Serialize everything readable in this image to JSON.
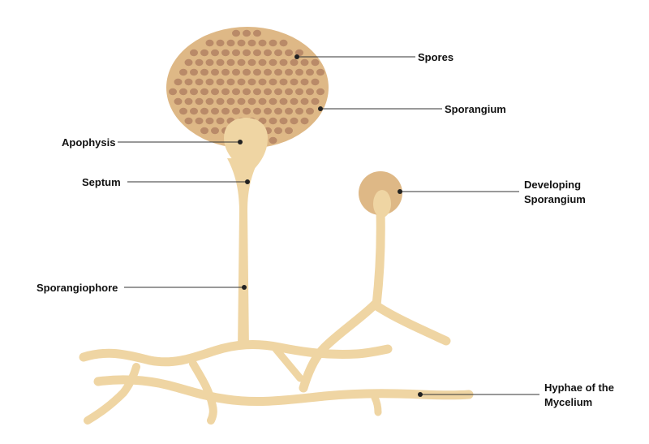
{
  "colors": {
    "hyphae": "#efd5a3",
    "sporangium_fill": "#deb886",
    "spore": "#b98a68",
    "developing_outer": "#deb886",
    "developing_inner": "#efd5a3",
    "label_text": "#111111",
    "leader_line": "#333333"
  },
  "labels": {
    "spores": "Spores",
    "sporangium": "Sporangium",
    "apophysis": "Apophysis",
    "septum": "Septum",
    "developing_line1": "Developing",
    "developing_line2": "Sporangium",
    "sporangiophore": "Sporangiophore",
    "hyphae_line1": "Hyphae of the",
    "hyphae_line2": "Mycelium"
  }
}
